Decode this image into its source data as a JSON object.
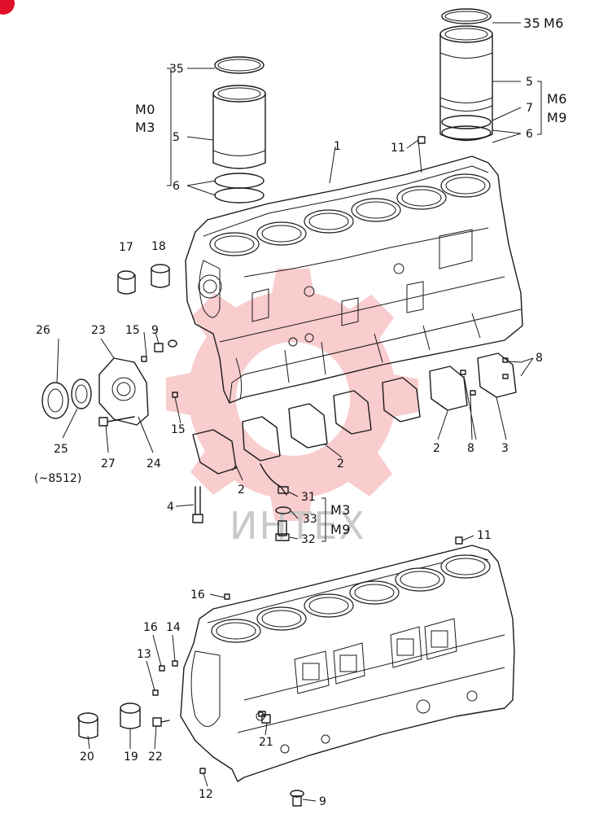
{
  "brand": {
    "watermark_text": "ИНТЕХ",
    "watermark_color": "#e8474b",
    "badge_color": "#e0102a"
  },
  "labels": {
    "p35_top": "35",
    "m6_top": "M6",
    "p35_left": "35",
    "m0": "M0",
    "m3_left": "M3",
    "p5_left": "5",
    "p6_left": "6",
    "p5_right": "5",
    "m6_right": "M6",
    "p7": "7",
    "m9_right": "M9",
    "p6_right": "6",
    "p11_top": "11",
    "p1": "1",
    "p17": "17",
    "p18": "18",
    "p26": "26",
    "p23": "23",
    "p15_a": "15",
    "p9_a": "9",
    "p8_a": "8",
    "p15_b": "15",
    "p25": "25",
    "p25_note": "(~8512)",
    "p27": "27",
    "p24": "24",
    "p2_a": "2",
    "p2_b": "2",
    "p2_c": "2",
    "p8_b": "8",
    "p3": "3",
    "p4": "4",
    "p31": "31",
    "p33": "33",
    "p32": "32",
    "m3_mid": "M3",
    "m9_mid": "M9",
    "p11_bottom": "11",
    "p16_a": "16",
    "p16_b": "16",
    "p14": "14",
    "p13": "13",
    "p20": "20",
    "p19": "19",
    "p22": "22",
    "p21": "21",
    "p12": "12",
    "p9_b": "9"
  }
}
